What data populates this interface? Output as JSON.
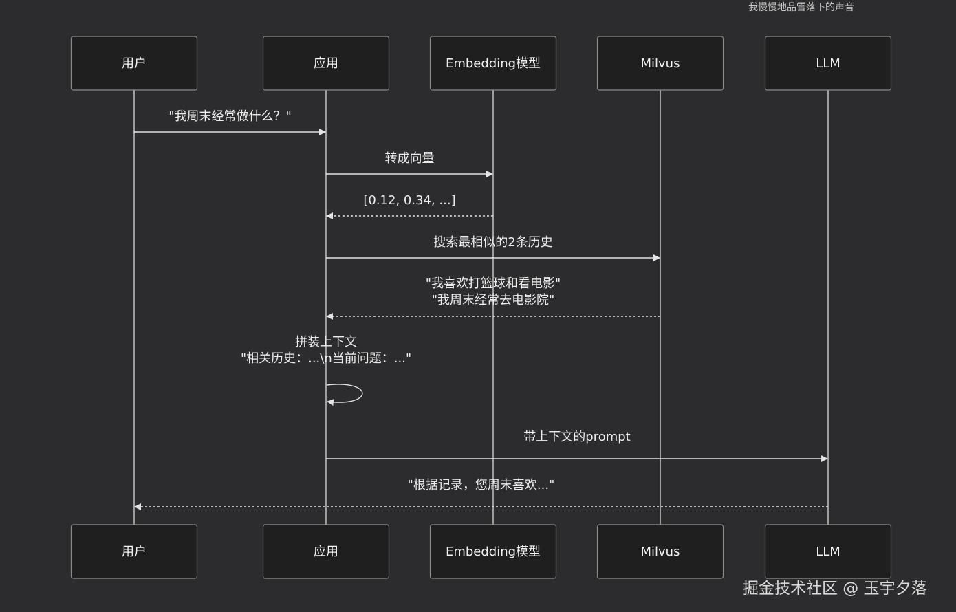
{
  "header": {
    "note": "我慢慢地品雪落下的声音"
  },
  "watermark": "掘金技术社区 @ 玉宇夕落",
  "diagram": {
    "type": "sequence",
    "actors": [
      {
        "id": "user",
        "label": "用户"
      },
      {
        "id": "app",
        "label": "应用"
      },
      {
        "id": "embed",
        "label": "Embedding模型"
      },
      {
        "id": "milvus",
        "label": "Milvus"
      },
      {
        "id": "llm",
        "label": "LLM"
      }
    ],
    "messages": [
      {
        "from": "user",
        "to": "app",
        "style": "solid",
        "lines": [
          "\"我周末经常做什么？\""
        ]
      },
      {
        "from": "app",
        "to": "embed",
        "style": "solid",
        "lines": [
          "转成向量"
        ]
      },
      {
        "from": "embed",
        "to": "app",
        "style": "dashed",
        "lines": [
          "[0.12, 0.34, ...]"
        ]
      },
      {
        "from": "app",
        "to": "milvus",
        "style": "solid",
        "lines": [
          "搜索最相似的2条历史"
        ]
      },
      {
        "from": "milvus",
        "to": "app",
        "style": "dashed",
        "lines": [
          "\"我喜欢打篮球和看电影\"",
          "\"我周末经常去电影院\""
        ]
      },
      {
        "from": "app",
        "to": "app",
        "style": "solid",
        "lines": [
          "拼装上下文",
          "\"相关历史：...\\n当前问题：...\""
        ]
      },
      {
        "from": "app",
        "to": "llm",
        "style": "solid",
        "lines": [
          "带上下文的prompt"
        ]
      },
      {
        "from": "llm",
        "to": "user",
        "style": "dashed",
        "lines": [
          "\"根据记录，您周末喜欢...\""
        ]
      }
    ]
  }
}
